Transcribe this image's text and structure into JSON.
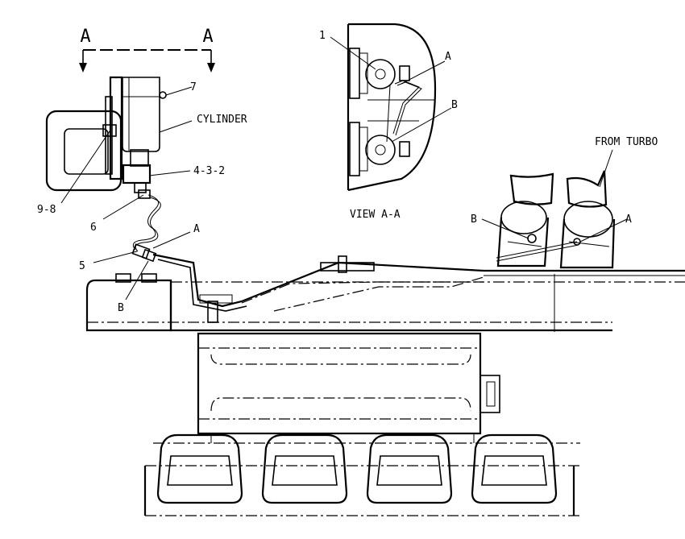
{
  "section": {
    "left_mark": "A",
    "right_mark": "A"
  },
  "callouts": {
    "c7": "7",
    "cylinder": "CYLINDER",
    "c432": "4-3-2",
    "c98": "9-8",
    "c6": "6",
    "c5": "5",
    "cA_main": "A",
    "cB_main": "B",
    "c1": "1",
    "cA_view": "A",
    "cB_view": "B",
    "view_title": "VIEW A-A",
    "from_turbo": "FROM TURBO",
    "cB_turbo": "B",
    "cA_turbo": "A"
  }
}
